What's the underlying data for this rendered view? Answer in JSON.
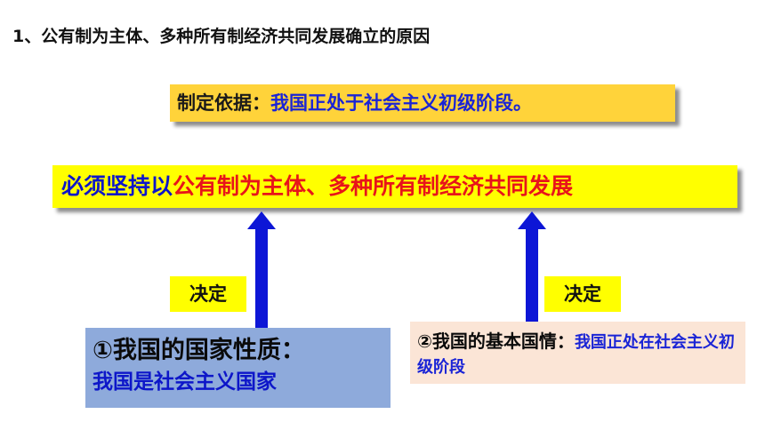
{
  "heading": "1、公有制为主体、多种所有制经济共同发展确立的原因",
  "basis": {
    "label": "制定依据：",
    "value": "我国正处于社会主义初级阶段。"
  },
  "main_statement": {
    "prefix": "必须坚持以",
    "rest": "公有制为主体、多种所有制经济共同发展"
  },
  "arrows": {
    "color": "#0d16d6",
    "left_label": "决定",
    "right_label": "决定"
  },
  "nature": {
    "title": "①我国的国家性质：",
    "desc": "我国是社会主义国家"
  },
  "condition": {
    "title": "②我国的基本国情：",
    "desc": "我国正处在社会主义初级阶段"
  },
  "colors": {
    "yellow": "#ffff00",
    "basis_yellow": "#ffd33a",
    "blue_text": "#0d16c9",
    "red_text": "#e8141a",
    "nature_bg": "#8eaadb",
    "condition_bg": "#fbe5d6"
  }
}
